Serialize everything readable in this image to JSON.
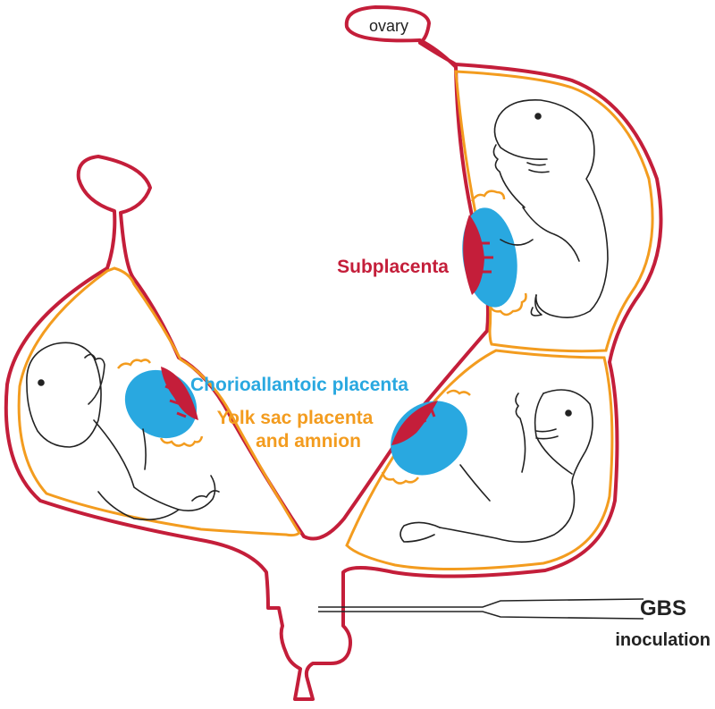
{
  "labels": {
    "ovary": "ovary",
    "subplacenta": "Subplacenta",
    "chorioallantoic": "Chorioallantoic placenta",
    "yolk_sac_line1": "Yolk sac placenta",
    "yolk_sac_line2": "and amnion",
    "gbs": "GBS",
    "inoculation": "inoculation"
  },
  "colors": {
    "uterus_outline": "#c41e3a",
    "membrane": "#f39c1f",
    "subplacenta": "#c41e3a",
    "chorioallantoic": "#29a8e0",
    "pup_outline": "#222222",
    "text_subplacenta": "#c41e3a",
    "text_chorioallantoic": "#29a8e0",
    "text_yolk_sac": "#f39c1f",
    "text_dark": "#222222"
  }
}
